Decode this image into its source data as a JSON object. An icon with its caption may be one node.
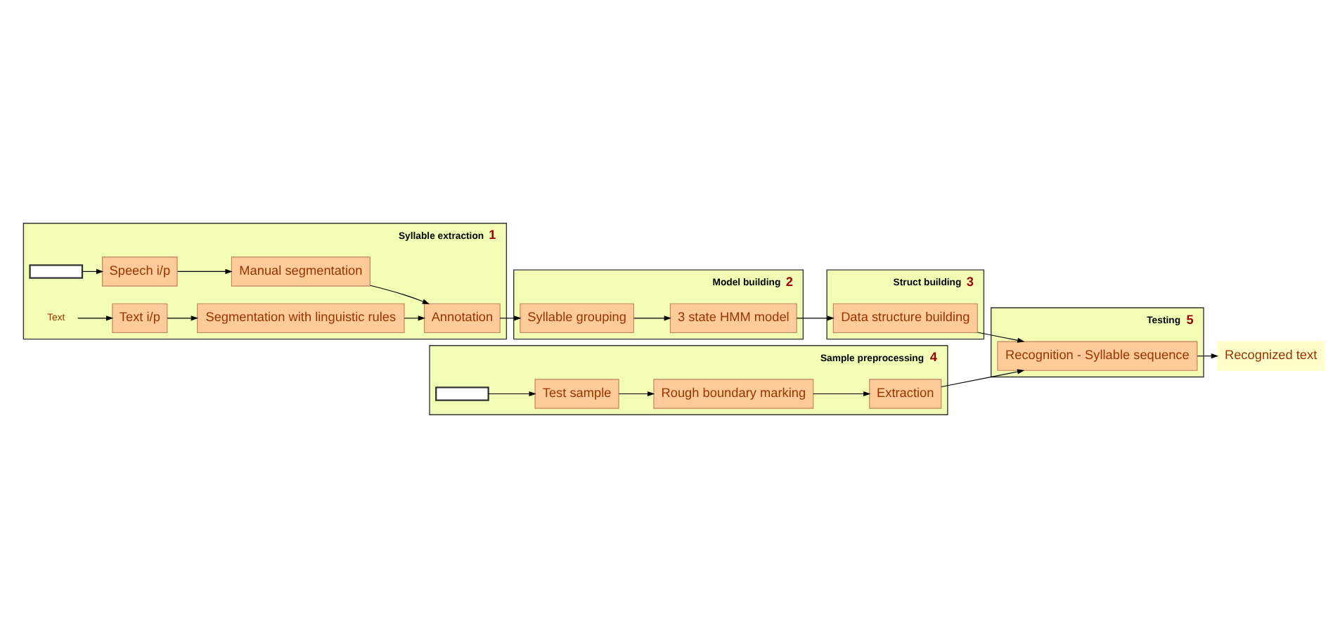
{
  "diagram": {
    "nodes": [
      {
        "text": [
          "Syllable extraction",
          "1"
        ]
      },
      {
        "text": [],
        "shape": "waveform",
        "in": 0
      },
      {
        "text": [
          "Speech i/p"
        ],
        "in": 0
      },
      {
        "text": [
          "Manual segmentation"
        ],
        "in": 0
      },
      {
        "text": [
          "Text"
        ],
        "in": 0
      },
      {
        "text": [
          "Text i/p"
        ],
        "in": 0
      },
      {
        "text": [
          "Segmentation with linguistic rules"
        ],
        "in": 0
      },
      {
        "text": [
          "Annotation"
        ],
        "in": 0
      },
      {
        "text": [
          "Model building",
          "2"
        ]
      },
      {
        "text": [
          "Syllable grouping"
        ],
        "in": 8
      },
      {
        "text": [
          "3 state HMM model"
        ],
        "in": 8
      },
      {
        "text": [
          "Struct building",
          "3"
        ]
      },
      {
        "text": [
          "Data structure building"
        ],
        "in": 11
      },
      {
        "text": [
          "Sample preprocessing",
          "4"
        ]
      },
      {
        "text": [],
        "shape": "waveform",
        "in": 13
      },
      {
        "text": [
          "Test sample"
        ],
        "in": 13
      },
      {
        "text": [
          "Rough boundary marking"
        ],
        "in": 13
      },
      {
        "text": [
          "Extraction"
        ],
        "in": 13
      },
      {
        "text": [
          "Testing",
          "5"
        ]
      },
      {
        "text": [
          "Recognition - Syllable sequence"
        ],
        "in": 18
      },
      {
        "text": [
          "Recognized text"
        ]
      }
    ],
    "edges": [
      {
        "from": 1,
        "to": 2,
        "arrow": "to"
      },
      {
        "from": 2,
        "to": 3,
        "arrow": "to"
      },
      {
        "from": 4,
        "to": 5,
        "arrow": "to"
      },
      {
        "from": 5,
        "to": 6,
        "arrow": "to"
      },
      {
        "from": 3,
        "to": 7,
        "arrow": "to"
      },
      {
        "from": 6,
        "to": 7,
        "arrow": "to"
      },
      {
        "from": 7,
        "to": 9,
        "arrow": "to"
      },
      {
        "from": 9,
        "to": 10,
        "arrow": "to"
      },
      {
        "from": 10,
        "to": 12,
        "arrow": "to"
      },
      {
        "from": 12,
        "to": 19,
        "arrow": "to"
      },
      {
        "from": 14,
        "to": 15,
        "arrow": "to"
      },
      {
        "from": 15,
        "to": 16,
        "arrow": "to"
      },
      {
        "from": 16,
        "to": 17,
        "arrow": "to"
      },
      {
        "from": 17,
        "to": 19,
        "arrow": "to"
      },
      {
        "from": 19,
        "to": 20,
        "arrow": "to"
      }
    ]
  }
}
